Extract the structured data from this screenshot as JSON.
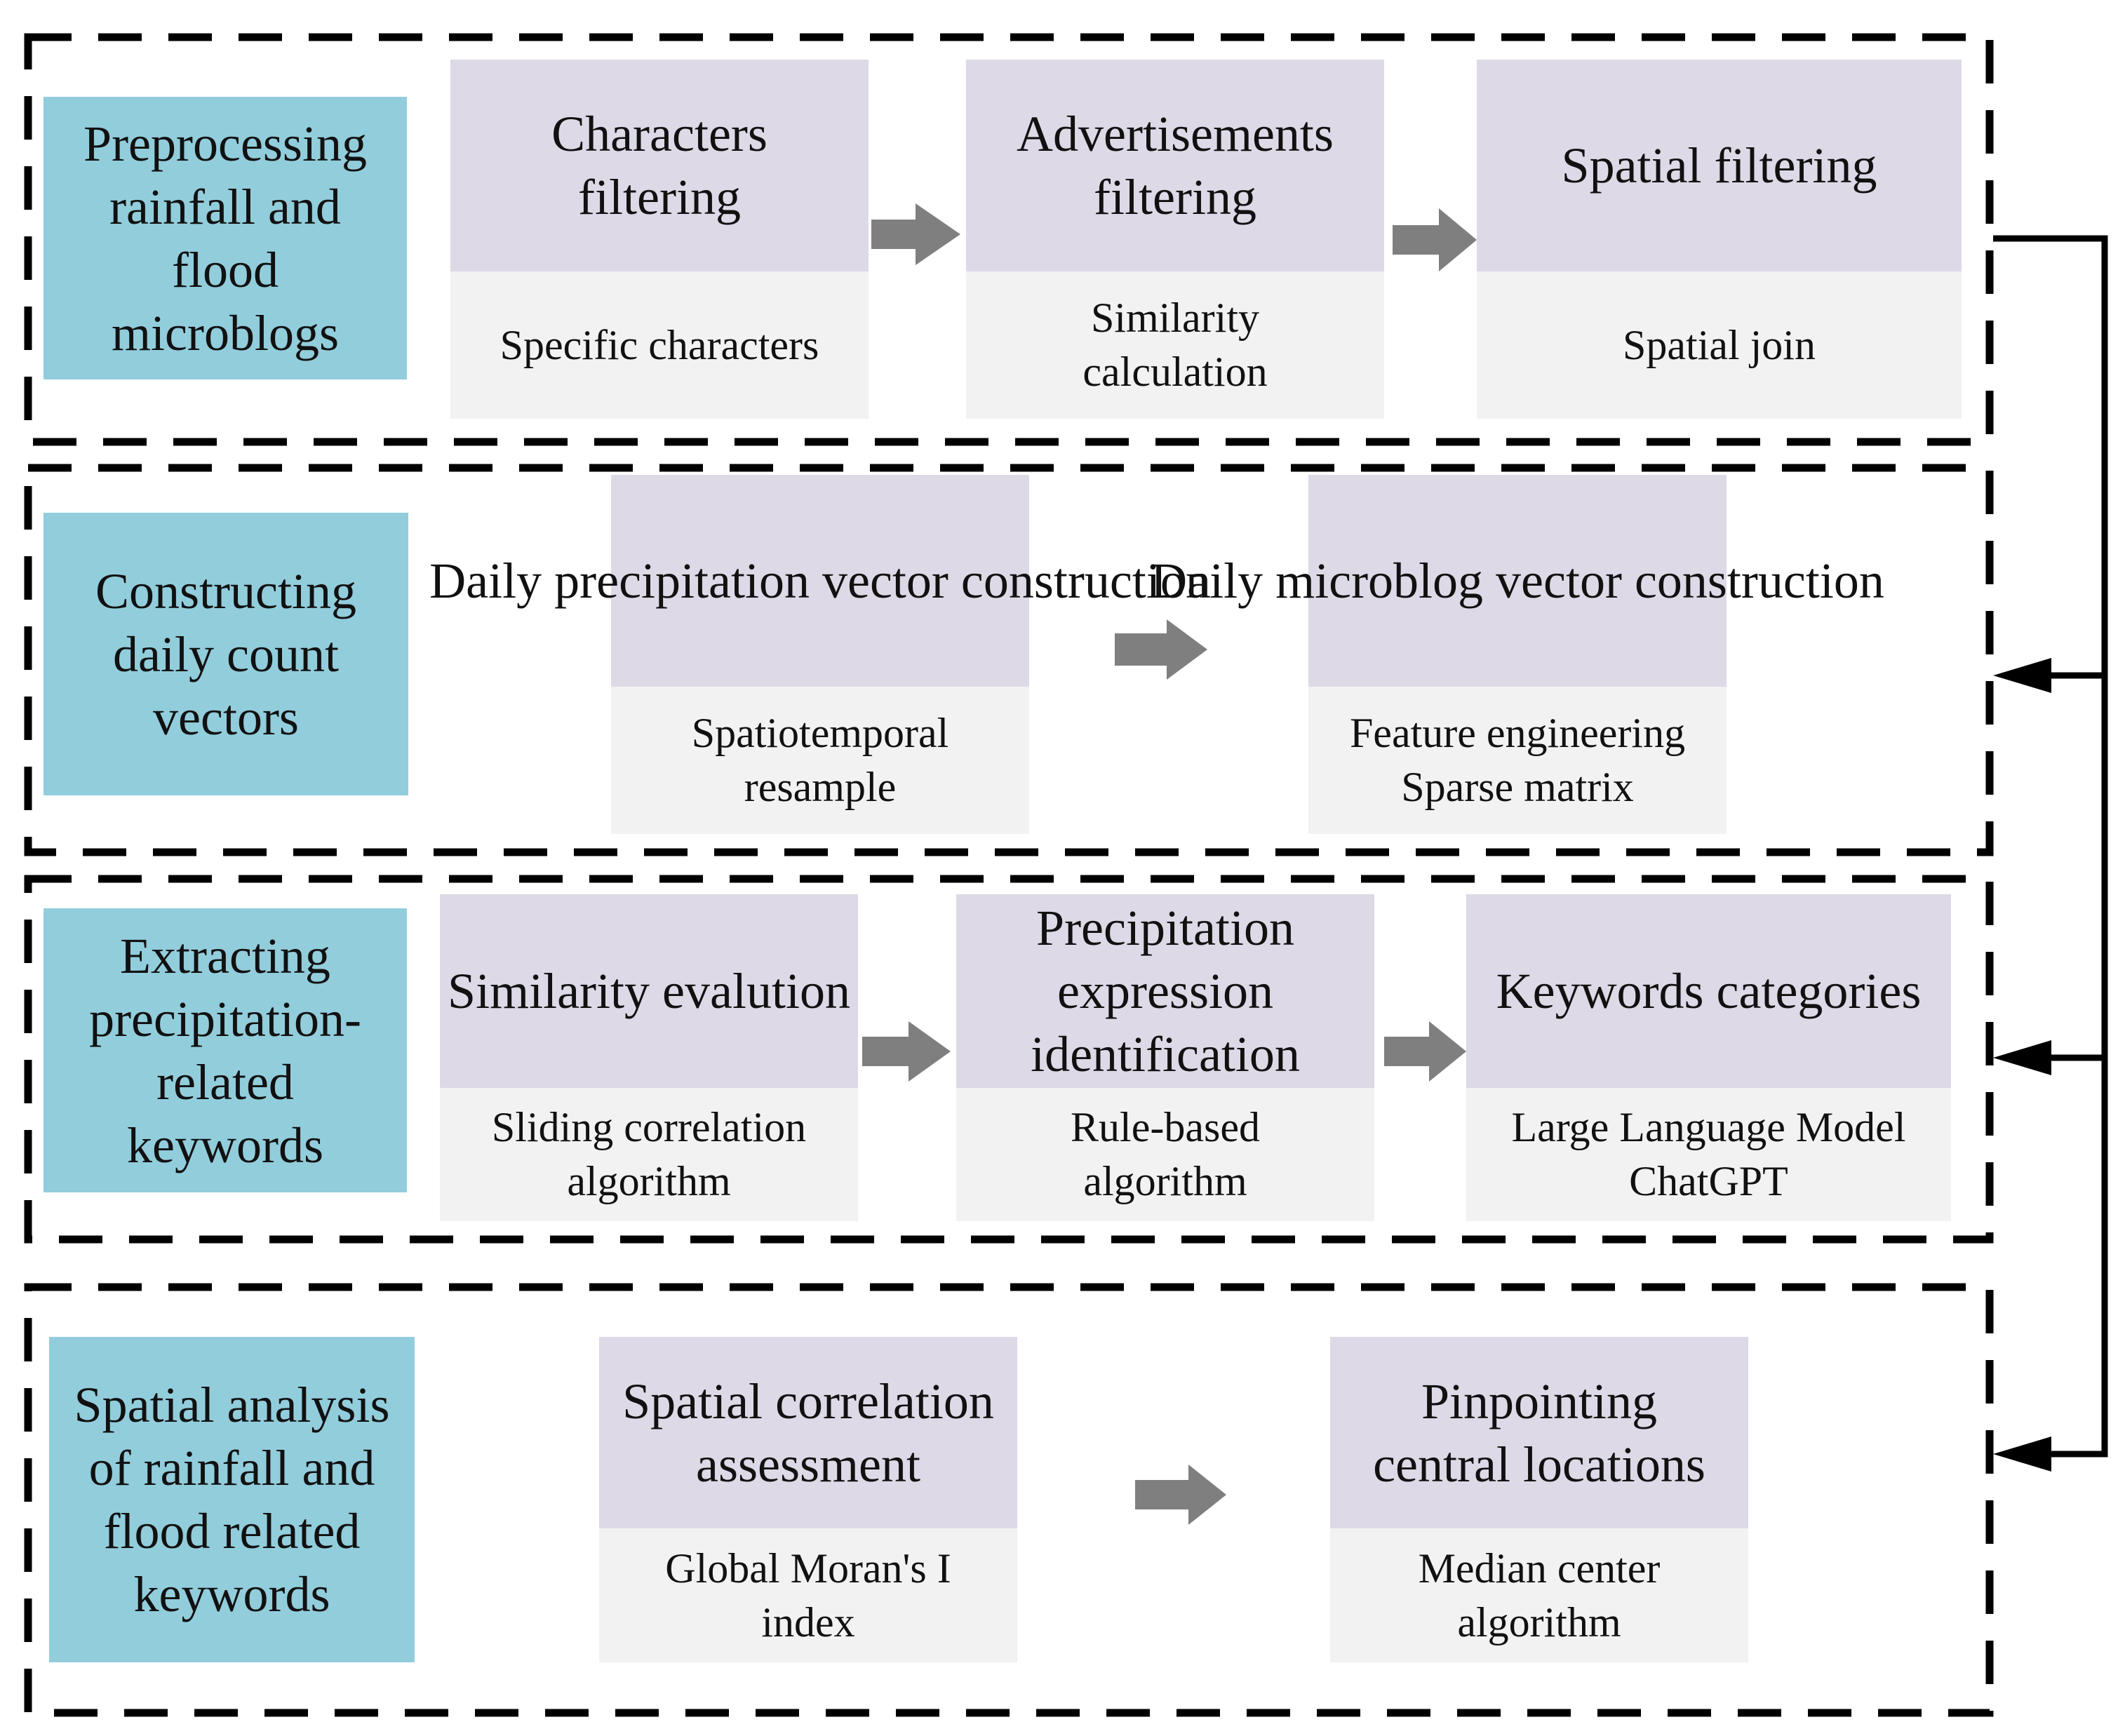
{
  "stages": [
    {
      "label": "Preprocessing\nrainfall and\nflood\nmicroblogs",
      "steps": [
        {
          "title": "Characters\nfiltering",
          "method": "Specific characters"
        },
        {
          "title": "Advertisements\nfiltering",
          "method": "Similarity\ncalculation"
        },
        {
          "title": "Spatial filtering",
          "method": "Spatial join"
        }
      ]
    },
    {
      "label": "Constructing\ndaily count\nvectors",
      "steps": [
        {
          "title": "Daily precipitation\nvector construction",
          "method": "Spatiotemporal\nresample"
        },
        {
          "title": "Daily microblog\nvector construction",
          "method": "Feature engineering\nSparse matrix"
        }
      ]
    },
    {
      "label": "Extracting\nprecipitation-\nrelated\nkeywords",
      "steps": [
        {
          "title": "Similarity evalution",
          "method": "Sliding correlation\nalgorithm"
        },
        {
          "title": "Precipitation\nexpression\nidentification",
          "method": "Rule-based\nalgorithm"
        },
        {
          "title": "Keywords categories",
          "method": "Large Language Model\nChatGPT"
        }
      ]
    },
    {
      "label": "Spatial analysis\nof rainfall and\nflood related\nkeywords",
      "steps": [
        {
          "title": "Spatial correlation\nassessment",
          "method": "Global Moran's I\nindex"
        },
        {
          "title": "Pinpointing\ncentral locations",
          "method": "Median center\nalgorithm"
        }
      ]
    }
  ],
  "colors": {
    "stage_label_fill": "#92CDDC",
    "step_title_fill": "#DED9E6",
    "step_method_fill": "#F2F2F2",
    "arrow_fill": "#7F7F7F",
    "frame_stroke": "#000000"
  }
}
